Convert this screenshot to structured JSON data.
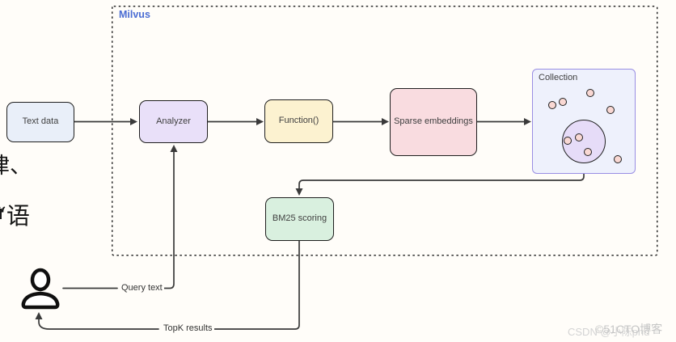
{
  "diagram": {
    "region_label": "Milvus",
    "nodes": {
      "text_data": "Text data",
      "analyzer": "Analyzer",
      "function": "Function()",
      "sparse_embeddings": "Sparse embeddings",
      "collection": "Collection",
      "bm25_scoring": "BM25 scoring"
    },
    "edge_labels": {
      "query_text": "Query text",
      "topk_results": "TopK results"
    },
    "edges": [
      "Text data -> Analyzer",
      "Analyzer -> Function()",
      "Function() -> Sparse embeddings",
      "Sparse embeddings -> Collection",
      "Collection circle -> BM25 scoring",
      "BM25 scoring -> TopK results -> User",
      "User -> Query text -> Analyzer"
    ],
    "colors": {
      "region_label": "#4a6cd3",
      "text_data_fill": "#e9eff9",
      "analyzer_fill": "#e9e0f9",
      "function_fill": "#fcf2d0",
      "sparse_fill": "#f9dce0",
      "bm25_fill": "#d9f0df",
      "collection_fill": "#eef1fc",
      "collection_border": "#998ee3",
      "cluster_circle_fill": "#e6dcf8",
      "dot_fill": "#f9d8d3",
      "line": "#3a3a3a"
    }
  },
  "background_text": {
    "fragment_1": "律、",
    "fragment_2": "“语"
  },
  "watermark": {
    "overlay_1": "CSDN @小陈phd",
    "overlay_2": "©51CTO博客"
  }
}
